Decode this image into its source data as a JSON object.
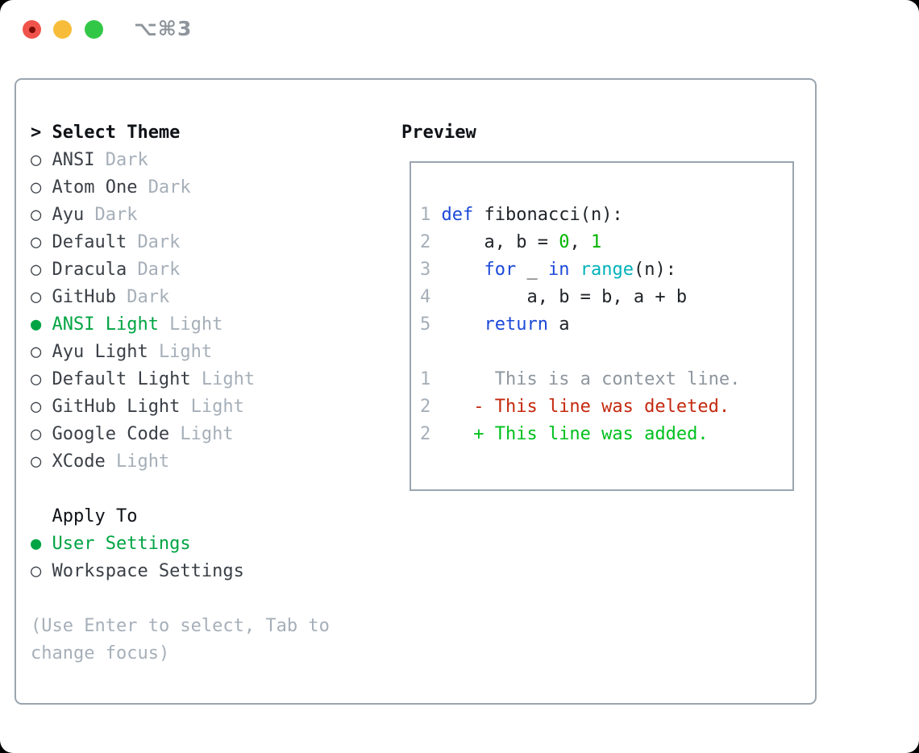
{
  "titlebar": {
    "shortcut": "⌥⌘3",
    "buttons": [
      "close",
      "minimize",
      "zoom"
    ]
  },
  "icons": {
    "radio_selected": "●",
    "radio_unselected": "○",
    "cursor": ">"
  },
  "theme_selector": {
    "title": "Select Theme",
    "items": [
      {
        "name": "ANSI",
        "variant": "Dark",
        "selected": false
      },
      {
        "name": "Atom One",
        "variant": "Dark",
        "selected": false
      },
      {
        "name": "Ayu",
        "variant": "Dark",
        "selected": false
      },
      {
        "name": "Default",
        "variant": "Dark",
        "selected": false
      },
      {
        "name": "Dracula",
        "variant": "Dark",
        "selected": false
      },
      {
        "name": "GitHub",
        "variant": "Dark",
        "selected": false
      },
      {
        "name": "ANSI Light",
        "variant": "Light",
        "selected": true
      },
      {
        "name": "Ayu Light",
        "variant": "Light",
        "selected": false
      },
      {
        "name": "Default Light",
        "variant": "Light",
        "selected": false
      },
      {
        "name": "GitHub Light",
        "variant": "Light",
        "selected": false
      },
      {
        "name": "Google Code",
        "variant": "Light",
        "selected": false
      },
      {
        "name": "XCode",
        "variant": "Light",
        "selected": false
      }
    ]
  },
  "apply_to": {
    "title": "Apply To",
    "options": [
      {
        "name": "User Settings",
        "selected": true
      },
      {
        "name": "Workspace Settings",
        "selected": false
      }
    ]
  },
  "help": {
    "line1": "(Use Enter to select, Tab to",
    "line2": "change focus)"
  },
  "preview": {
    "title": "Preview",
    "code_lines": [
      {
        "kind": "code",
        "tokens": [
          {
            "t": "1 ",
            "c": "ln"
          },
          {
            "t": "def",
            "c": "kw"
          },
          {
            "t": " fibonacci(n):",
            "c": "fg"
          }
        ]
      },
      {
        "kind": "code",
        "tokens": [
          {
            "t": "2 ",
            "c": "ln"
          },
          {
            "t": "    a, b = ",
            "c": "fg"
          },
          {
            "t": "0",
            "c": "num"
          },
          {
            "t": ", ",
            "c": "fg"
          },
          {
            "t": "1",
            "c": "num"
          }
        ]
      },
      {
        "kind": "code",
        "tokens": [
          {
            "t": "3 ",
            "c": "ln"
          },
          {
            "t": "    ",
            "c": "fg"
          },
          {
            "t": "for",
            "c": "kw"
          },
          {
            "t": " _ ",
            "c": "fg"
          },
          {
            "t": "in",
            "c": "kw"
          },
          {
            "t": " ",
            "c": "fg"
          },
          {
            "t": "range",
            "c": "bi"
          },
          {
            "t": "(n):",
            "c": "fg"
          }
        ]
      },
      {
        "kind": "code",
        "tokens": [
          {
            "t": "4 ",
            "c": "ln"
          },
          {
            "t": "        a, b = b, a + b",
            "c": "fg"
          }
        ]
      },
      {
        "kind": "code",
        "tokens": [
          {
            "t": "5 ",
            "c": "ln"
          },
          {
            "t": "    ",
            "c": "fg"
          },
          {
            "t": "return",
            "c": "kw"
          },
          {
            "t": " a",
            "c": "fg"
          }
        ]
      },
      {
        "kind": "blank",
        "tokens": []
      },
      {
        "kind": "diff-context",
        "tokens": [
          {
            "t": "1",
            "c": "ln"
          },
          {
            "t": "      This is a context line.",
            "c": "ctx"
          }
        ]
      },
      {
        "kind": "diff-deleted",
        "tokens": [
          {
            "t": "2",
            "c": "ln"
          },
          {
            "t": "    - This line was deleted.",
            "c": "del"
          }
        ]
      },
      {
        "kind": "diff-added",
        "tokens": [
          {
            "t": "2",
            "c": "ln"
          },
          {
            "t": "    + This line was added.",
            "c": "add"
          }
        ]
      }
    ]
  },
  "colors": {
    "border": "#9ba5af",
    "heading": "#0e1116",
    "item": "#3b4047",
    "muted": "#a6afb9",
    "sel": "#00a443",
    "shortcut": "#8e959c",
    "traffic_red": "#f0534b",
    "traffic_red_dot": "#7a0c06",
    "traffic_yellow": "#f7bd3a",
    "traffic_green": "#33c748",
    "code_fg": "#1f2328",
    "kw": "#1c49d8",
    "bi": "#00b2ba",
    "numlit": "#00b400",
    "ctx": "#8e969e",
    "del": "#c4290f",
    "add": "#00c01d"
  }
}
